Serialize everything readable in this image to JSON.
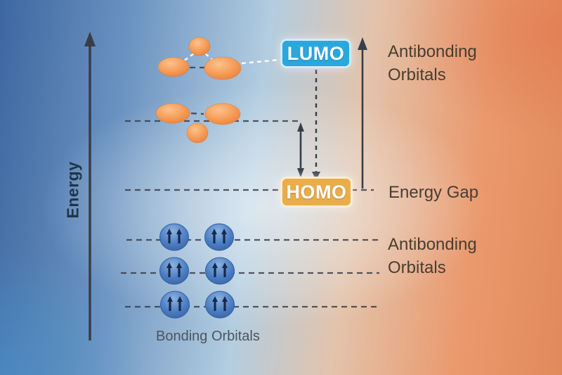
{
  "diagram": {
    "axis_label": "Energy",
    "lumo_label": "LUMO",
    "homo_label": "HOMO",
    "antibonding_top_label": "Antibonding Orbitals",
    "energy_gap_label": "Energy Gap",
    "antibonding_mid_label": "Antibonding Orbitals",
    "bonding_label": "Bonding Orbitals",
    "structure": {
      "antibonding_orange_orbital_groups": 2,
      "lumo_group_lobes": 3,
      "second_group_lobes": 3,
      "bonding_levels": 3,
      "orbitals_per_bonding_level": 2,
      "electrons_per_orbital": 2
    },
    "colors": {
      "lumo-box": "#2aa7dd",
      "homo-box": "#e9ad49",
      "orbital-orange": "#f69d58",
      "electron-blue": "#4a7cc2",
      "line-dark": "#383d49",
      "text-dark": "#473e33"
    }
  }
}
